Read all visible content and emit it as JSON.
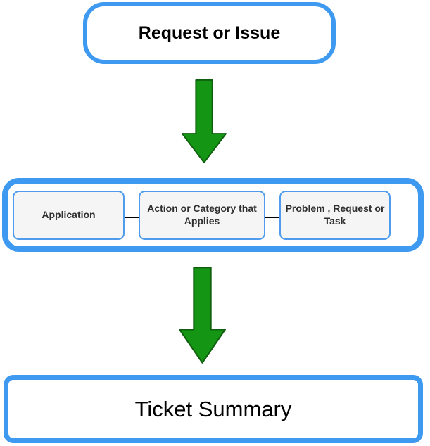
{
  "diagram": {
    "start_node": {
      "label": "Request or Issue"
    },
    "process_row": {
      "steps": [
        {
          "label": "Application"
        },
        {
          "label": "Action or Category that\nApplies"
        },
        {
          "label": "Problem , Request or\nTask"
        }
      ]
    },
    "end_node": {
      "label": "Ticket Summary"
    },
    "arrows": [
      {
        "icon": "down-arrow-icon",
        "direction": "down"
      },
      {
        "icon": "down-arrow-icon",
        "direction": "down"
      }
    ],
    "colors": {
      "node_border": "#3e99f0",
      "step_border": "#4e9ceb",
      "step_fill": "#f5f5f5",
      "arrow_fill": "#149614",
      "arrow_stroke": "#0f5f0f",
      "connector": "#000000",
      "text": "#000000",
      "step_text": "#2f2f2f",
      "background": "#ffffff"
    }
  }
}
